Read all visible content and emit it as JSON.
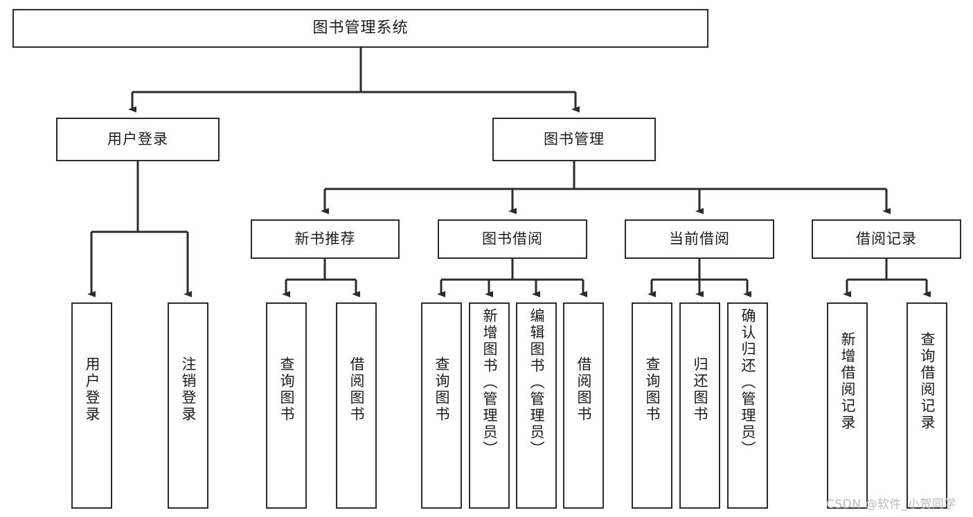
{
  "diagram": {
    "title": "图书管理系统",
    "type": "functional-structure-tree",
    "colors": {
      "stroke": "#2b2b2b",
      "fill": "#ffffff",
      "text": "#1b1b1b",
      "watermark": "#b9b9b9"
    },
    "watermark": "CSDN @软件_小贺同学",
    "root": {
      "id": "root",
      "label": "图书管理系统",
      "orientation": "horizontal"
    },
    "level2": [
      {
        "id": "user-login",
        "label": "用户登录",
        "orientation": "horizontal"
      },
      {
        "id": "book-manage",
        "label": "图书管理",
        "orientation": "horizontal"
      }
    ],
    "level3": [
      {
        "id": "new-book-recommend",
        "label": "新书推荐",
        "orientation": "horizontal",
        "parent": "book-manage"
      },
      {
        "id": "book-borrow",
        "label": "图书借阅",
        "orientation": "horizontal",
        "parent": "book-manage"
      },
      {
        "id": "current-borrow",
        "label": "当前借阅",
        "orientation": "horizontal",
        "parent": "book-manage"
      },
      {
        "id": "borrow-record",
        "label": "借阅记录",
        "orientation": "horizontal",
        "parent": "book-manage"
      }
    ],
    "leaves": [
      {
        "id": "leaf-user-login",
        "label": "用户登录",
        "parent": "user-login",
        "orientation": "vertical"
      },
      {
        "id": "leaf-user-logout",
        "label": "注销登录",
        "parent": "user-login",
        "orientation": "vertical"
      },
      {
        "id": "leaf-query-book-1",
        "label": "查询图书",
        "parent": "new-book-recommend",
        "orientation": "vertical"
      },
      {
        "id": "leaf-borrow-book-1",
        "label": "借阅图书",
        "parent": "new-book-recommend",
        "orientation": "vertical"
      },
      {
        "id": "leaf-query-book-2",
        "label": "查询图书",
        "parent": "book-borrow",
        "orientation": "vertical"
      },
      {
        "id": "leaf-add-book",
        "label": "新增图书（管理员）",
        "parent": "book-borrow",
        "orientation": "vertical"
      },
      {
        "id": "leaf-edit-book",
        "label": "编辑图书（管理员）",
        "parent": "book-borrow",
        "orientation": "vertical"
      },
      {
        "id": "leaf-borrow-book-2",
        "label": "借阅图书",
        "parent": "book-borrow",
        "orientation": "vertical"
      },
      {
        "id": "leaf-query-book-3",
        "label": "查询图书",
        "parent": "current-borrow",
        "orientation": "vertical"
      },
      {
        "id": "leaf-return-book",
        "label": "归还图书",
        "parent": "current-borrow",
        "orientation": "vertical"
      },
      {
        "id": "leaf-confirm-return",
        "label": "确认归还（管理员）",
        "parent": "current-borrow",
        "orientation": "vertical"
      },
      {
        "id": "leaf-add-record",
        "label": "新增借阅记录",
        "parent": "borrow-record",
        "orientation": "vertical"
      },
      {
        "id": "leaf-query-record",
        "label": "查询借阅记录",
        "parent": "borrow-record",
        "orientation": "vertical"
      }
    ]
  }
}
